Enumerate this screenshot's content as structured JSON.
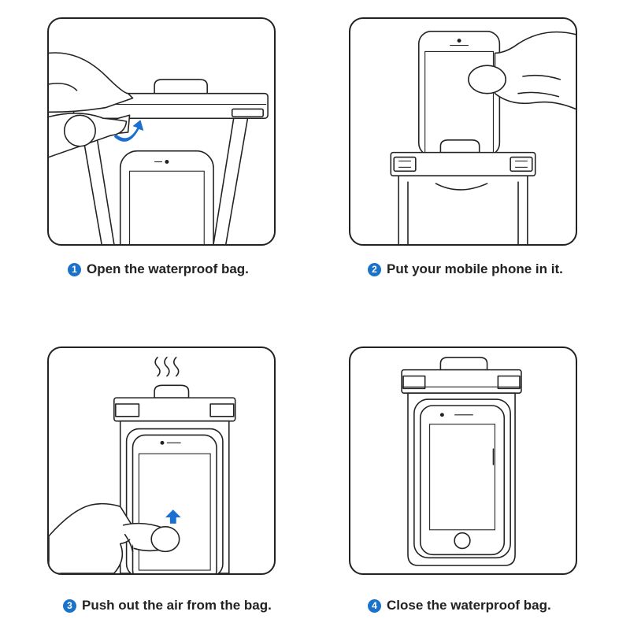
{
  "steps": [
    {
      "number": "1",
      "text": "Open the waterproof bag."
    },
    {
      "number": "2",
      "text": "Put your mobile phone in it."
    },
    {
      "number": "3",
      "text": "Push out the air from the bag."
    },
    {
      "number": "4",
      "text": "Close the waterproof bag."
    }
  ],
  "colors": {
    "accent": "#1a6fd0",
    "line": "#222222"
  },
  "icons": [
    "open-arrow-icon",
    "air-waves-icon",
    "push-up-arrow-icon"
  ]
}
